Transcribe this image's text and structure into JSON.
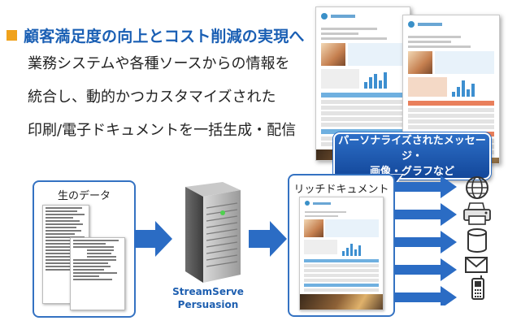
{
  "headline": "顧客満足度の向上とコスト削減の実現へ",
  "body_lines": [
    "業務システムや各種ソースからの情報を",
    "統合し、動的かつカスタマイズされた",
    "印刷/電子ドキュメントを一括生成・配信"
  ],
  "callout": {
    "line1": "パーソナライズされたメッセージ・",
    "line2": "画像・グラフなど"
  },
  "raw_data_label": "生のデータ",
  "server_label": {
    "line1": "StreamServe",
    "line2": "Persuasion"
  },
  "rich_doc_label": "リッチドキュメント",
  "output_channels": [
    "web-icon",
    "printer-icon",
    "database-icon",
    "email-icon",
    "mobile-phone-icon"
  ],
  "colors": {
    "headline_blue": "#1a5fb4",
    "bullet_orange": "#f0a21c",
    "arrow_blue": "#2b6cc4",
    "box_border": "#3472c2"
  }
}
